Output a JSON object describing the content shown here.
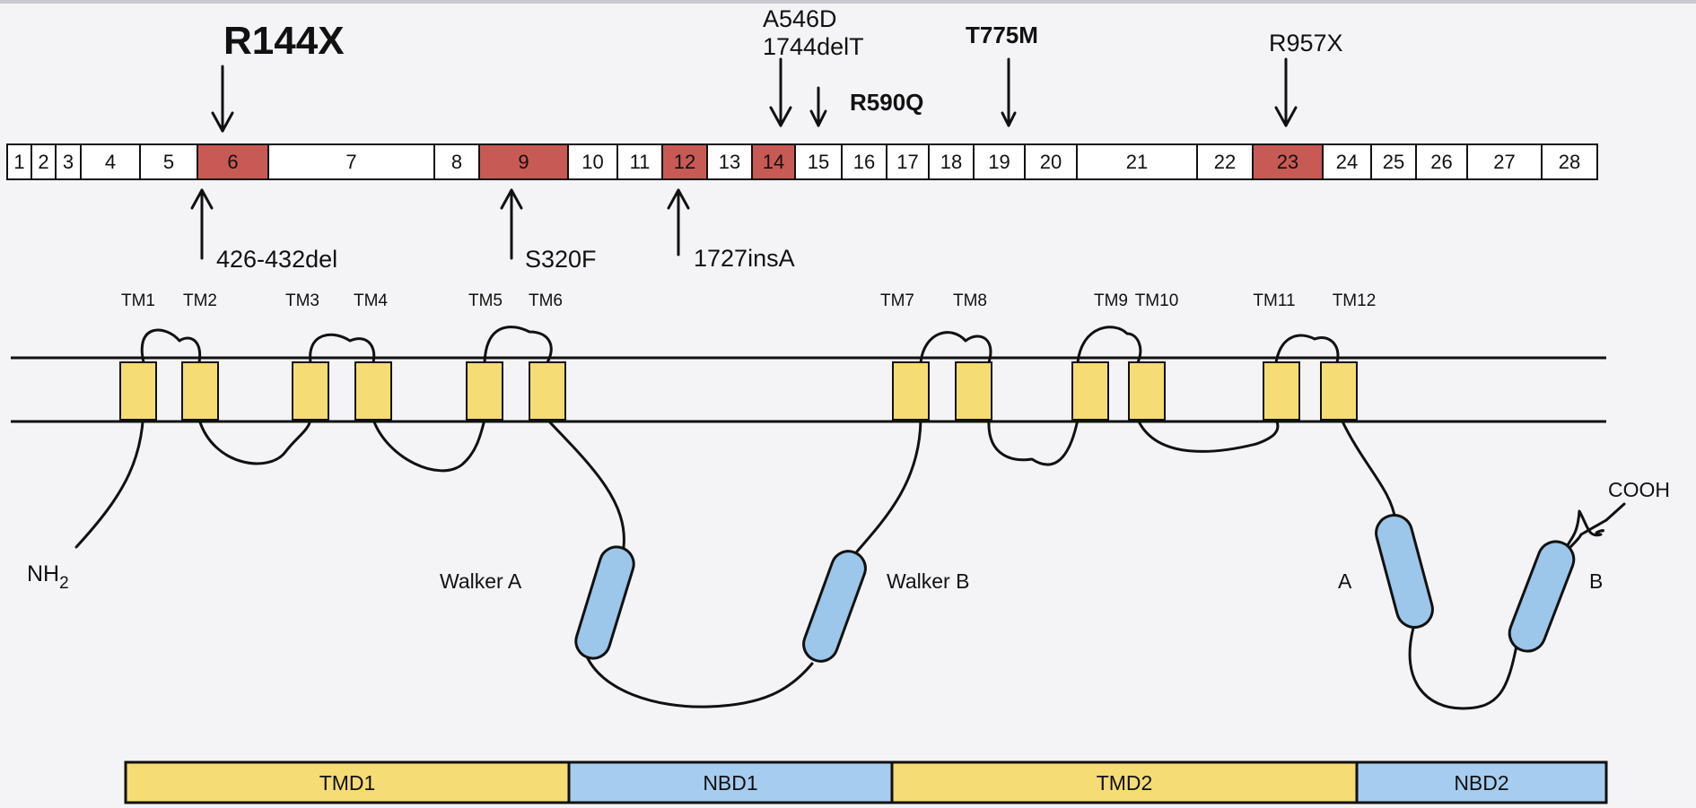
{
  "exons": [
    {
      "label": "1",
      "highlighted": false
    },
    {
      "label": "2",
      "highlighted": false
    },
    {
      "label": "3",
      "highlighted": false
    },
    {
      "label": "4",
      "highlighted": false
    },
    {
      "label": "5",
      "highlighted": false
    },
    {
      "label": "6",
      "highlighted": true
    },
    {
      "label": "7",
      "highlighted": false
    },
    {
      "label": "8",
      "highlighted": false
    },
    {
      "label": "9",
      "highlighted": true
    },
    {
      "label": "10",
      "highlighted": false
    },
    {
      "label": "11",
      "highlighted": false
    },
    {
      "label": "12",
      "highlighted": true
    },
    {
      "label": "13",
      "highlighted": false
    },
    {
      "label": "14",
      "highlighted": true
    },
    {
      "label": "15",
      "highlighted": false
    },
    {
      "label": "16",
      "highlighted": false
    },
    {
      "label": "17",
      "highlighted": false
    },
    {
      "label": "18",
      "highlighted": false
    },
    {
      "label": "19",
      "highlighted": false
    },
    {
      "label": "20",
      "highlighted": false
    },
    {
      "label": "21",
      "highlighted": false
    },
    {
      "label": "22",
      "highlighted": false
    },
    {
      "label": "23",
      "highlighted": true
    },
    {
      "label": "24",
      "highlighted": false
    },
    {
      "label": "25",
      "highlighted": false
    },
    {
      "label": "26",
      "highlighted": false
    },
    {
      "label": "27",
      "highlighted": false
    },
    {
      "label": "28",
      "highlighted": false
    }
  ],
  "mutations_above": [
    {
      "label": "R144X",
      "exon": "6"
    },
    {
      "label": "A546D",
      "exon": "14"
    },
    {
      "label": "1744delT",
      "exon": "14"
    },
    {
      "label": "R590Q",
      "exon": "15"
    },
    {
      "label": "T775M",
      "exon": "19"
    },
    {
      "label": "R957X",
      "exon": "23"
    }
  ],
  "mutations_below": [
    {
      "label": "426-432del",
      "exon": "6"
    },
    {
      "label": "S320F",
      "exon": "9"
    },
    {
      "label": "1727insA",
      "exon": "12"
    }
  ],
  "tm_labels": [
    "TM1",
    "TM2",
    "TM3",
    "TM4",
    "TM5",
    "TM6",
    "TM7",
    "TM8",
    "TM9",
    "TM10",
    "TM11",
    "TM12"
  ],
  "terminals": {
    "n": "NH",
    "n_sub": "2",
    "c": "COOH"
  },
  "motifs": [
    "Walker A",
    "Walker B",
    "A",
    "B"
  ],
  "domains": [
    "TMD1",
    "NBD1",
    "TMD2",
    "NBD2"
  ],
  "colors": {
    "exon_highlight": "#c85a55",
    "tm_segment": "#f5dc75",
    "nbd_motif": "#9cc6ea",
    "tmd_domain": "#f5dc75",
    "nbd_domain": "#a6cdef",
    "r144x_text": "#c0504d"
  }
}
